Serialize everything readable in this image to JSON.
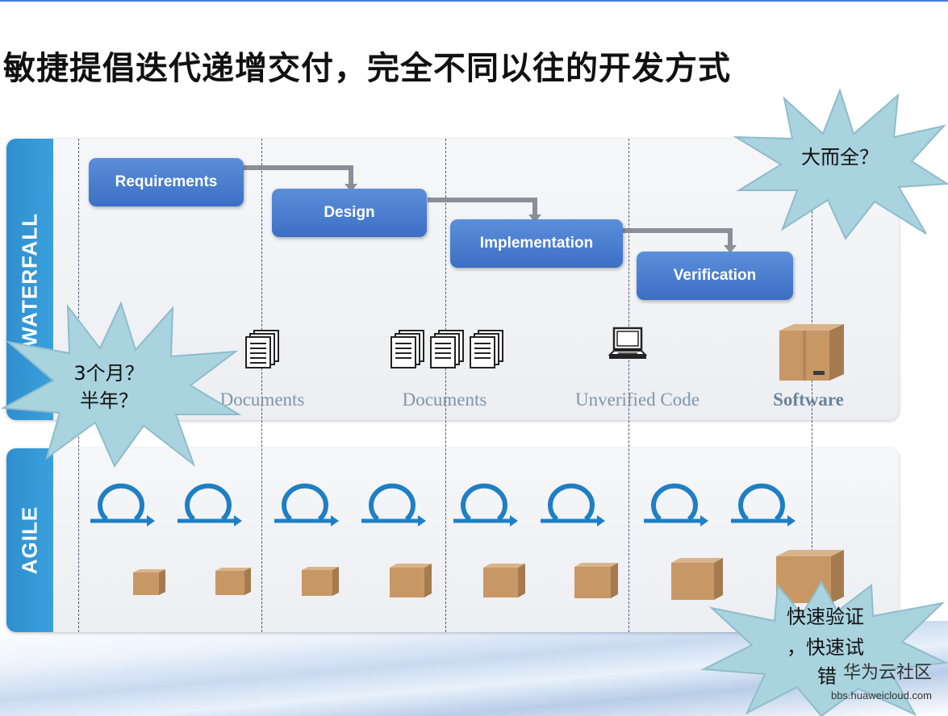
{
  "title": "敏捷提倡迭代递增交付，完全不同以往的开发方式",
  "waterfall": {
    "label": "WATERFALL",
    "phases": [
      "Requirements",
      "Design",
      "Implementation",
      "Verification"
    ],
    "artifacts": [
      "Documents",
      "Documents",
      "Unverified Code",
      "Software"
    ]
  },
  "agile": {
    "label": "AGILE"
  },
  "callouts": {
    "top_right": "大而全？",
    "left_line1": "3个月？",
    "left_line2": "半年？",
    "bottom_right_line1": "快速验证",
    "bottom_right_line2": "，快速试",
    "bottom_right_line3": "错"
  },
  "watermark": {
    "brand": "华为云社区",
    "url": "bbs.huaweicloud.com"
  },
  "colors": {
    "phase_blue": "#4a7fd0",
    "side_blue": "#3aa0dc",
    "cycle_blue": "#1f7fc4",
    "burst_fill": "#a9d3df"
  }
}
